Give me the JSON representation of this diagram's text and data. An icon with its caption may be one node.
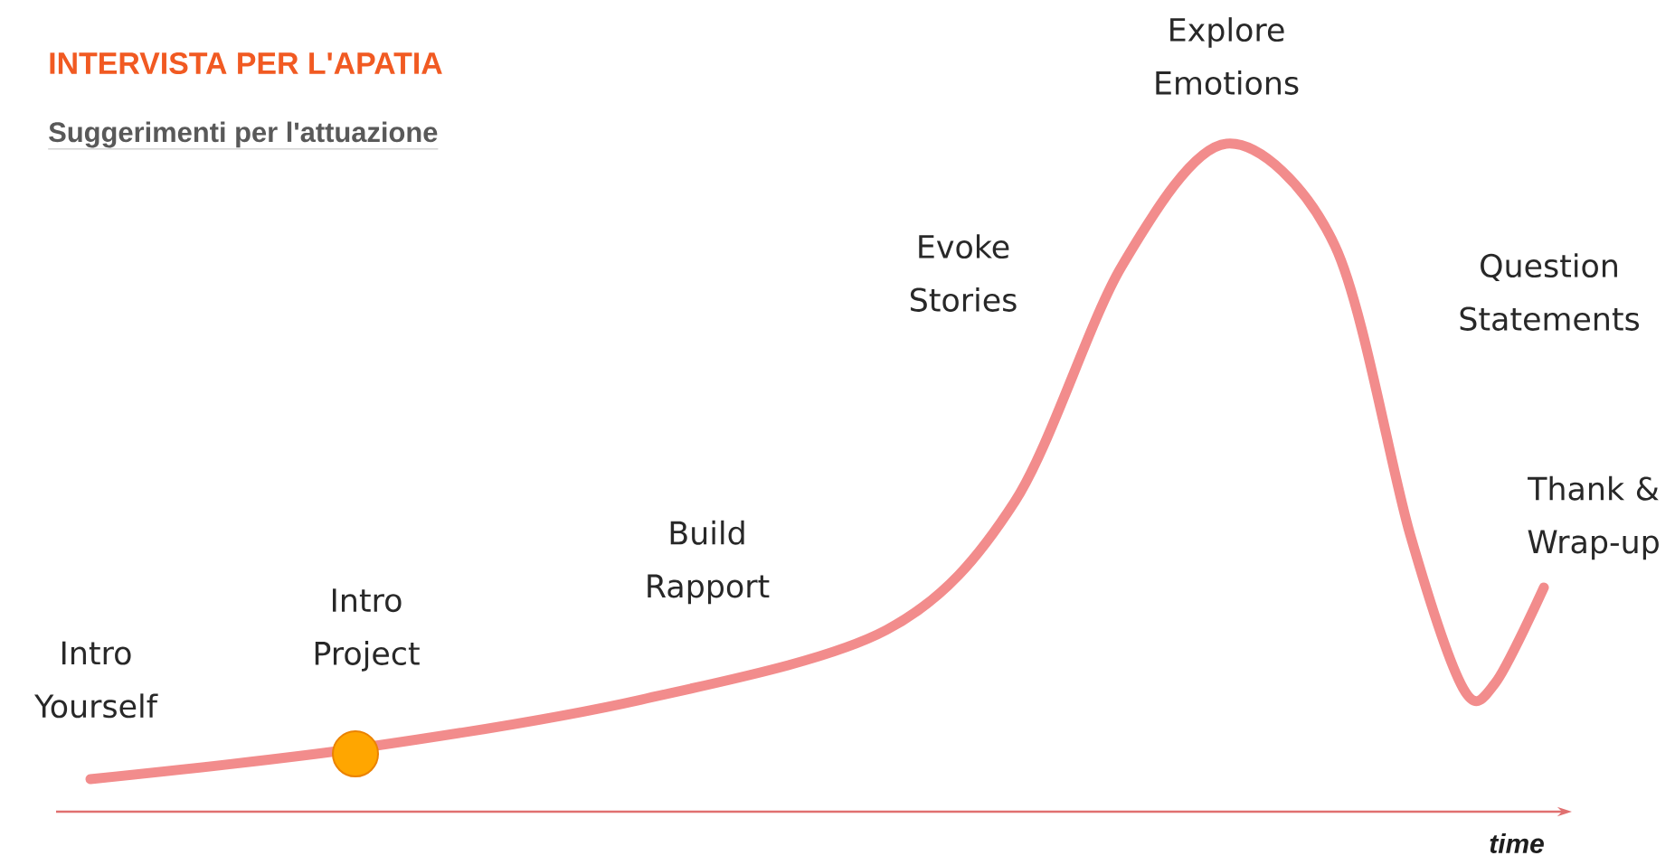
{
  "diagram": {
    "title": "INTERVISTA PER L'APATIA",
    "labels": [
      "Suggerimenti per l'attuazione",
      "Intro Yourself",
      "Intro Project",
      "Build Rapport",
      "Evoke Stories",
      "Explore Emotions",
      "Question Statements",
      "Thank & Wrap-up",
      "time"
    ]
  }
}
